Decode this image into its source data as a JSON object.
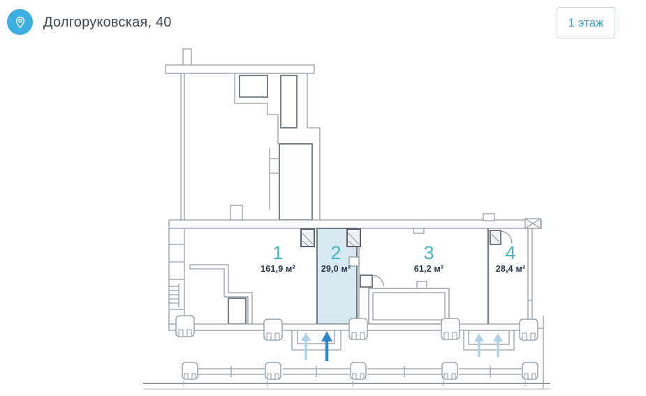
{
  "header": {
    "address": "Долгоруковская, 40",
    "floor_button_label": "1 этаж"
  },
  "floor_plan": {
    "units": [
      {
        "number": "1",
        "area": "161,9 м²",
        "highlighted": false
      },
      {
        "number": "2",
        "area": "29,0 м²",
        "highlighted": true
      },
      {
        "number": "3",
        "area": "61,2 м²",
        "highlighted": false
      },
      {
        "number": "4",
        "area": "28,4 м²",
        "highlighted": false
      }
    ]
  },
  "icons": {
    "location_pin": "location-pin-icon",
    "entrance_arrows": "arrow-up-icon"
  },
  "colors": {
    "pin_background": "#3caee2",
    "floor_button_text": "#3f9fc4",
    "unit_number": "#41b7c1",
    "unit_area_text": "#24324a",
    "highlight_fill": "#d6e9f2",
    "highlight_border": "#6e7a87",
    "wall_line": "#949ca6",
    "arrow_primary": "#2f88c9",
    "arrow_secondary": "#aed2ea"
  }
}
